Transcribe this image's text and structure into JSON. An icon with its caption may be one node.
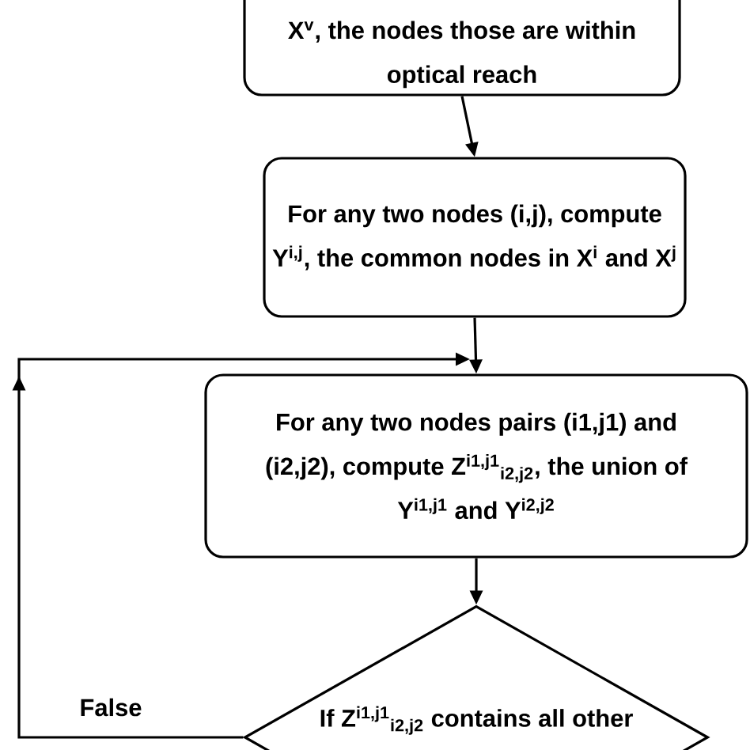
{
  "diagram": {
    "nodes": [
      {
        "text": [
          "X$^{v}$, the nodes those are within optical reach"
        ]
      },
      {
        "text": [
          "For any two nodes (i,j), compute Y$^{i,j}$, the common nodes in X$^{i}$ and X$^{j}$"
        ]
      },
      {
        "text": [
          "For any two nodes pairs (i1,j1) and (i2,j2), compute Z$^{i1,j1}$$_{i2,j2}$, the union of Y$^{i1,j1}$ and Y$^{i2,j2}$"
        ]
      },
      {
        "text": [
          "If Z$^{i1,j1}$$_{i2,j2}$ contains all other"
        ]
      }
    ],
    "edges": [
      {
        "from": 0,
        "to": 1,
        "arrow": "to"
      },
      {
        "from": 1,
        "to": 2,
        "arrow": "to"
      },
      {
        "from": 2,
        "to": 3,
        "arrow": "to"
      },
      {
        "from": 3,
        "to": 2,
        "arrow": "to",
        "label": "False"
      }
    ]
  }
}
